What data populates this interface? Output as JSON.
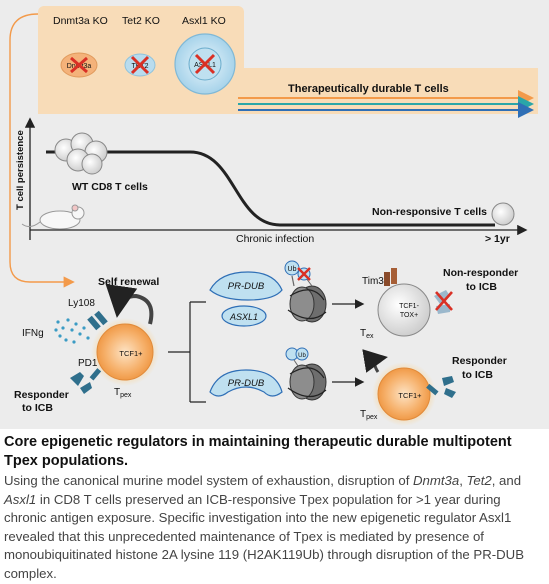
{
  "figure": {
    "knockouts": [
      {
        "label": "Dnmt3a KO",
        "cell_text": "Dnmt3a"
      },
      {
        "label": "Tet2 KO",
        "cell_text": "TET2"
      },
      {
        "label": "Asxl1 KO",
        "cell_text": "ASXL1"
      }
    ],
    "durable_label": "Therapeutically durable T cells",
    "wt_label": "WT CD8 T cells",
    "nonresponsive_label": "Non-responsive T cells",
    "y_axis_label": "T cell persistence",
    "x_axis_label": "Chronic infection",
    "x_end_label": "> 1yr",
    "self_renewal_label": "Self renewal",
    "tpex": {
      "ly108": "Ly108",
      "ifng": "IFNg",
      "pd1": "PD1",
      "cell_text": "TCF1+",
      "name_main": "T",
      "name_sub": "pex",
      "responder": [
        "Responder",
        "to ICB"
      ]
    },
    "prdub_top": {
      "pr": "PR-DUB",
      "asxl1": "ASXL1",
      "ub": "Ub"
    },
    "prdub_bottom": {
      "pr": "PR-DUB",
      "ub": "Ub"
    },
    "tex": {
      "tim3": "Tim3",
      "cell_text": [
        "TCF1-",
        "TOX+"
      ],
      "name_main": "T",
      "name_sub": "ex",
      "nonresponder": [
        "Non-responder",
        "to ICB"
      ]
    },
    "tpex_right": {
      "cell_text": "TCF1+",
      "name_main": "T",
      "name_sub": "pex",
      "responder": [
        "Responder",
        "to ICB"
      ]
    },
    "colors": {
      "durable_band": "#f8dcb8",
      "arrow_orange": "#f39a4a",
      "arrow_teal": "#2aa6a8",
      "arrow_blue": "#2f6fb6",
      "cross_red": "#d93025",
      "tpex_cell": "#f4a45c",
      "asxl1_cell": "#bfe0f0",
      "background": "#ececec"
    }
  },
  "caption": {
    "title": "Core epigenetic regulators in maintaining therapeutic durable multipotent Tpex populations.",
    "body_1": "Using the canonical murine model system of exhaustion, disruption of ",
    "body_dnmt3a": "Dnmt3a",
    "body_2": ",\n",
    "body_tet2": "Tet2",
    "body_3": ", and ",
    "body_asxl1": "Asxl1",
    "body_4": " in CD8 T cells preserved an ICB-responsive Tpex population for >1 year during chronic antigen exposure. Specific investigation into the new epigenetic regulator Asxl1 revealed that this unprecedented maintenance of Tpex is mediated by presence of monoubiquitinated histone 2A lysine 119 (H2AK119Ub) through disruption of the PR-DUB complex."
  }
}
